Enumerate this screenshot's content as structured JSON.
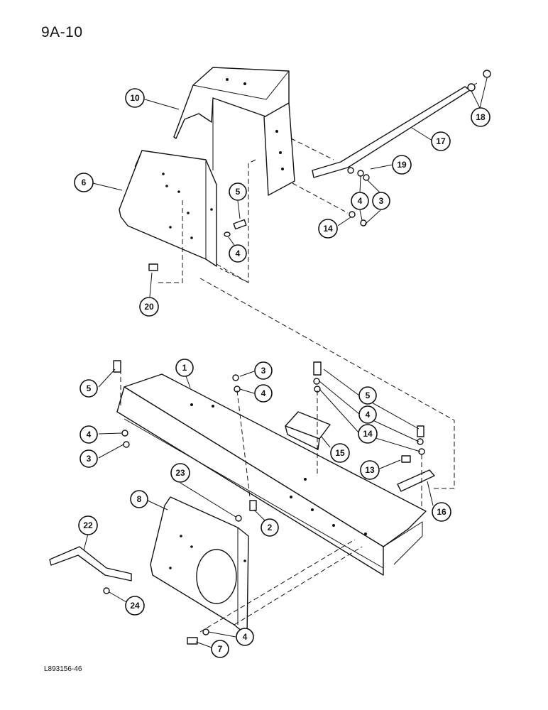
{
  "page_number": "9A-10",
  "figure_code": "L893156-46",
  "callouts": [
    {
      "id": "c10",
      "label": "10"
    },
    {
      "id": "c6",
      "label": "6"
    },
    {
      "id": "c5a",
      "label": "5"
    },
    {
      "id": "c4a",
      "label": "4"
    },
    {
      "id": "c20",
      "label": "20"
    },
    {
      "id": "c18",
      "label": "18"
    },
    {
      "id": "c17",
      "label": "17"
    },
    {
      "id": "c19",
      "label": "19"
    },
    {
      "id": "c4b",
      "label": "4"
    },
    {
      "id": "c3a",
      "label": "3"
    },
    {
      "id": "c14a",
      "label": "14"
    },
    {
      "id": "c1",
      "label": "1"
    },
    {
      "id": "c3b",
      "label": "3"
    },
    {
      "id": "c4c",
      "label": "4"
    },
    {
      "id": "c5b",
      "label": "5"
    },
    {
      "id": "c4d",
      "label": "4"
    },
    {
      "id": "c3c",
      "label": "3"
    },
    {
      "id": "c5c",
      "label": "5"
    },
    {
      "id": "c4e",
      "label": "4"
    },
    {
      "id": "c14b",
      "label": "14"
    },
    {
      "id": "c15",
      "label": "15"
    },
    {
      "id": "c13",
      "label": "13"
    },
    {
      "id": "c16",
      "label": "16"
    },
    {
      "id": "c23",
      "label": "23"
    },
    {
      "id": "c8",
      "label": "8"
    },
    {
      "id": "c2",
      "label": "2"
    },
    {
      "id": "c22",
      "label": "22"
    },
    {
      "id": "c24",
      "label": "24"
    },
    {
      "id": "c4f",
      "label": "4"
    },
    {
      "id": "c7",
      "label": "7"
    }
  ]
}
